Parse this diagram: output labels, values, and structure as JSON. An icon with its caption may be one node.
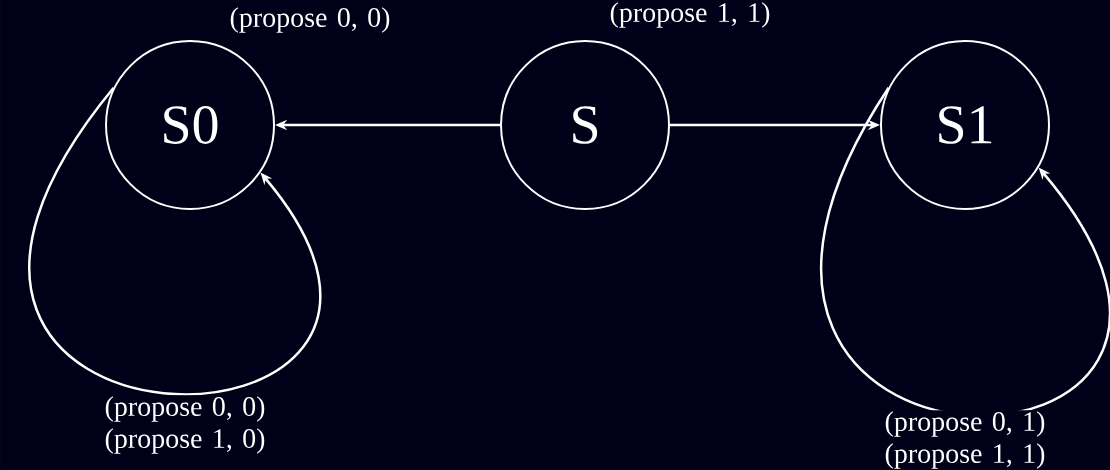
{
  "diagram": {
    "nodes": [
      {
        "text": [
          "S0"
        ]
      },
      {
        "text": [
          "S1"
        ]
      },
      {
        "text": [
          "S"
        ]
      }
    ],
    "edges": [
      {
        "from": 2,
        "to": 0,
        "arrow": "to",
        "label": "(propose 0, 0)"
      },
      {
        "from": 2,
        "to": 1,
        "arrow": "to",
        "label": "(propose 1, 1)"
      },
      {
        "from": 0,
        "to": 0,
        "arrow": "to",
        "label": "(propose 0, 0) (propose 1, 0)"
      },
      {
        "from": 1,
        "to": 1,
        "arrow": "to",
        "label": "(propose 0, 1) (propose 1, 1)"
      }
    ]
  }
}
